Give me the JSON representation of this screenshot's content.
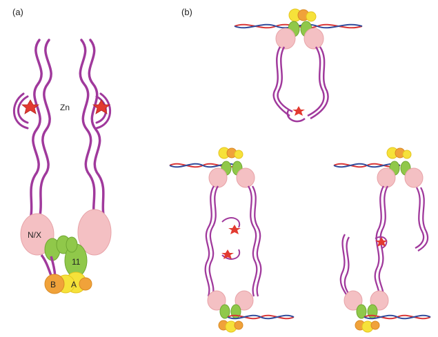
{
  "panels": {
    "a": {
      "label": "(a)"
    },
    "b": {
      "label": "(b)"
    }
  },
  "labels": {
    "zinc": "Zn",
    "nx_subunit": "N/X",
    "subunit_11": "11",
    "subunit_b": "B",
    "subunit_a": "A"
  },
  "colors": {
    "coiled_coil": "#a0399c",
    "coiled_coil_light": "#c85ec0",
    "head_pink": "#f4c0c3",
    "head_pink_stroke": "#e7a3a8",
    "subunit_green": "#90c84a",
    "subunit_yellow": "#f6e23a",
    "subunit_orange": "#f0a23a",
    "dna_red": "#d93535",
    "dna_blue": "#2f4a9a",
    "zinc_red": "#e23a30"
  }
}
